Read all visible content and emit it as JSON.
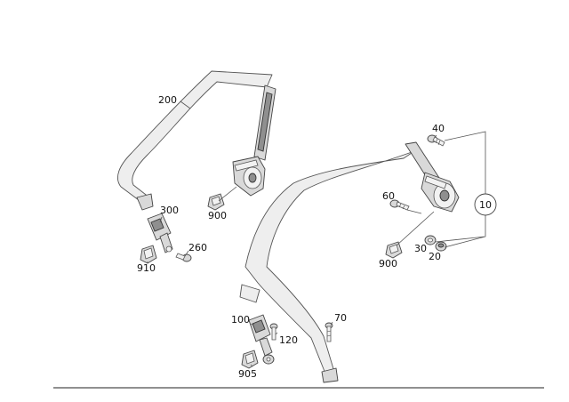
{
  "diagram": {
    "callouts": {
      "c200": "200",
      "c300": "300",
      "c260": "260",
      "c910": "910",
      "c900a": "900",
      "c40": "40",
      "c60": "60",
      "c10": "10",
      "c30": "30",
      "c20": "20",
      "c900b": "900",
      "c100": "100",
      "c120": "120",
      "c70": "70",
      "c905": "905"
    },
    "parts": [
      "left-rear-belt-assembly",
      "right-rear-belt-assembly",
      "belt-buckle",
      "bolt",
      "clip",
      "retractor",
      "nut",
      "washer"
    ]
  }
}
